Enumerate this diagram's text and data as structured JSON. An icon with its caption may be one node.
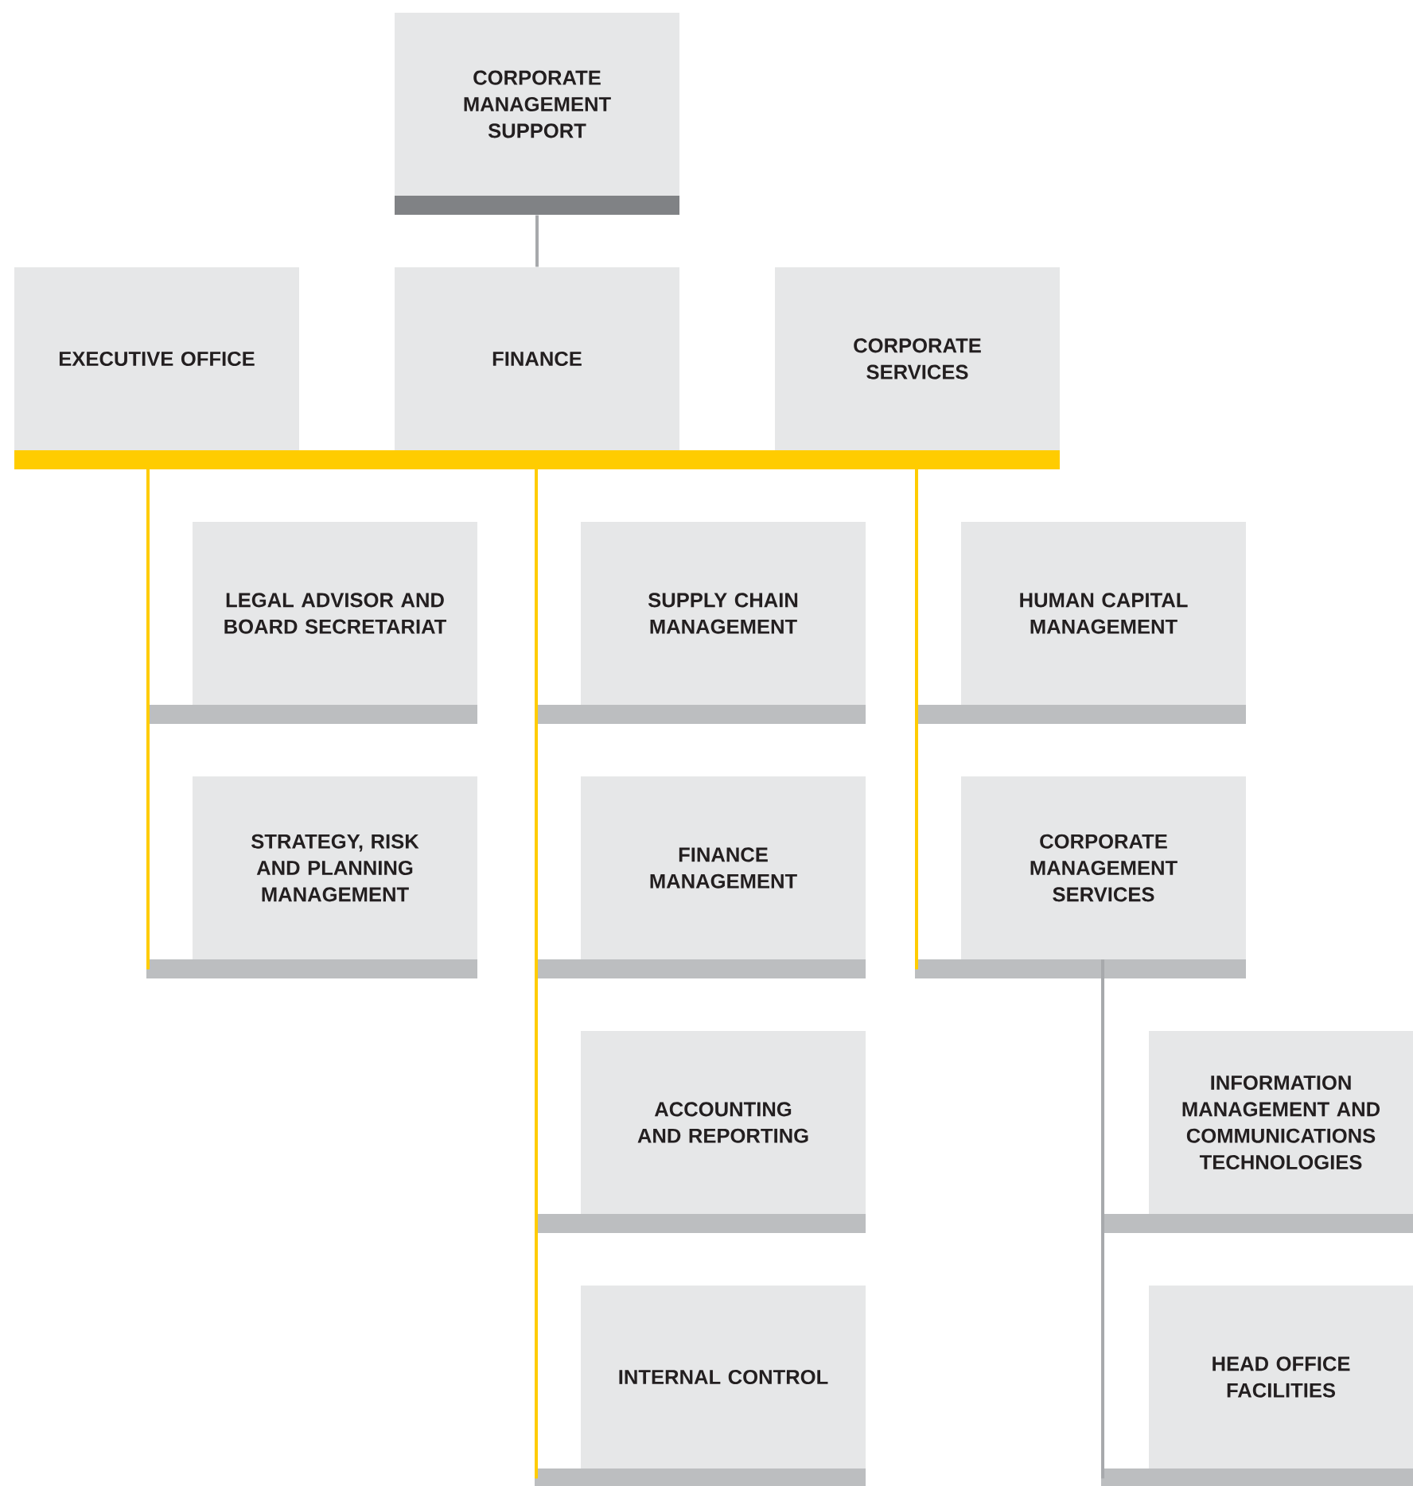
{
  "diagram": {
    "nodes": [
      {
        "text": [
          "CORPORATE MANAGEMENT SUPPORT"
        ]
      },
      {
        "text": [
          "EXECUTIVE OFFICE"
        ]
      },
      {
        "text": [
          "FINANCE"
        ]
      },
      {
        "text": [
          "CORPORATE SERVICES"
        ]
      },
      {
        "text": [
          "LEGAL ADVISOR AND BOARD SECRETARIAT"
        ]
      },
      {
        "text": [
          "STRATEGY, RISK AND PLANNING MANAGEMENT"
        ]
      },
      {
        "text": [
          "SUPPLY CHAIN MANAGEMENT"
        ]
      },
      {
        "text": [
          "FINANCE MANAGEMENT"
        ]
      },
      {
        "text": [
          "ACCOUNTING AND REPORTING"
        ]
      },
      {
        "text": [
          "INTERNAL CONTROL"
        ]
      },
      {
        "text": [
          "HUMAN CAPITAL MANAGEMENT"
        ]
      },
      {
        "text": [
          "CORPORATE MANAGEMENT SERVICES"
        ]
      },
      {
        "text": [
          "INFORMATION MANAGEMENT AND COMMUNICATIONS TECHNOLOGIES"
        ]
      },
      {
        "text": [
          "HEAD OFFICE FACILITIES"
        ]
      }
    ],
    "edges": [
      {
        "from": 0,
        "to": 2,
        "arrow": "none",
        "color": "#a7a9ac"
      },
      {
        "from": 1,
        "to": 4,
        "arrow": "none"
      },
      {
        "from": 1,
        "to": 5,
        "arrow": "none"
      },
      {
        "from": 2,
        "to": 6,
        "arrow": "none"
      },
      {
        "from": 2,
        "to": 7,
        "arrow": "none"
      },
      {
        "from": 2,
        "to": 8,
        "arrow": "none"
      },
      {
        "from": 2,
        "to": 9,
        "arrow": "none"
      },
      {
        "from": 3,
        "to": 10,
        "arrow": "none"
      },
      {
        "from": 3,
        "to": 11,
        "arrow": "none"
      },
      {
        "from": 11,
        "to": 12,
        "arrow": "none",
        "color": "#a7a9ac"
      },
      {
        "from": 11,
        "to": 13,
        "arrow": "none",
        "color": "#a7a9ac"
      }
    ]
  }
}
